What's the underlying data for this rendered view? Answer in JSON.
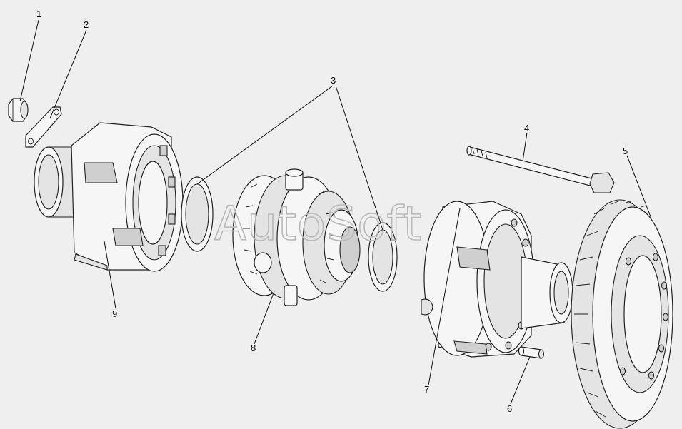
{
  "watermark": "AutoSoft",
  "callouts": [
    {
      "id": "1",
      "text": "1"
    },
    {
      "id": "2",
      "text": "2"
    },
    {
      "id": "3",
      "text": "3"
    },
    {
      "id": "4",
      "text": "4"
    },
    {
      "id": "5",
      "text": "5"
    },
    {
      "id": "6",
      "text": "6"
    },
    {
      "id": "7",
      "text": "7"
    },
    {
      "id": "8",
      "text": "8"
    },
    {
      "id": "9",
      "text": "9"
    }
  ]
}
